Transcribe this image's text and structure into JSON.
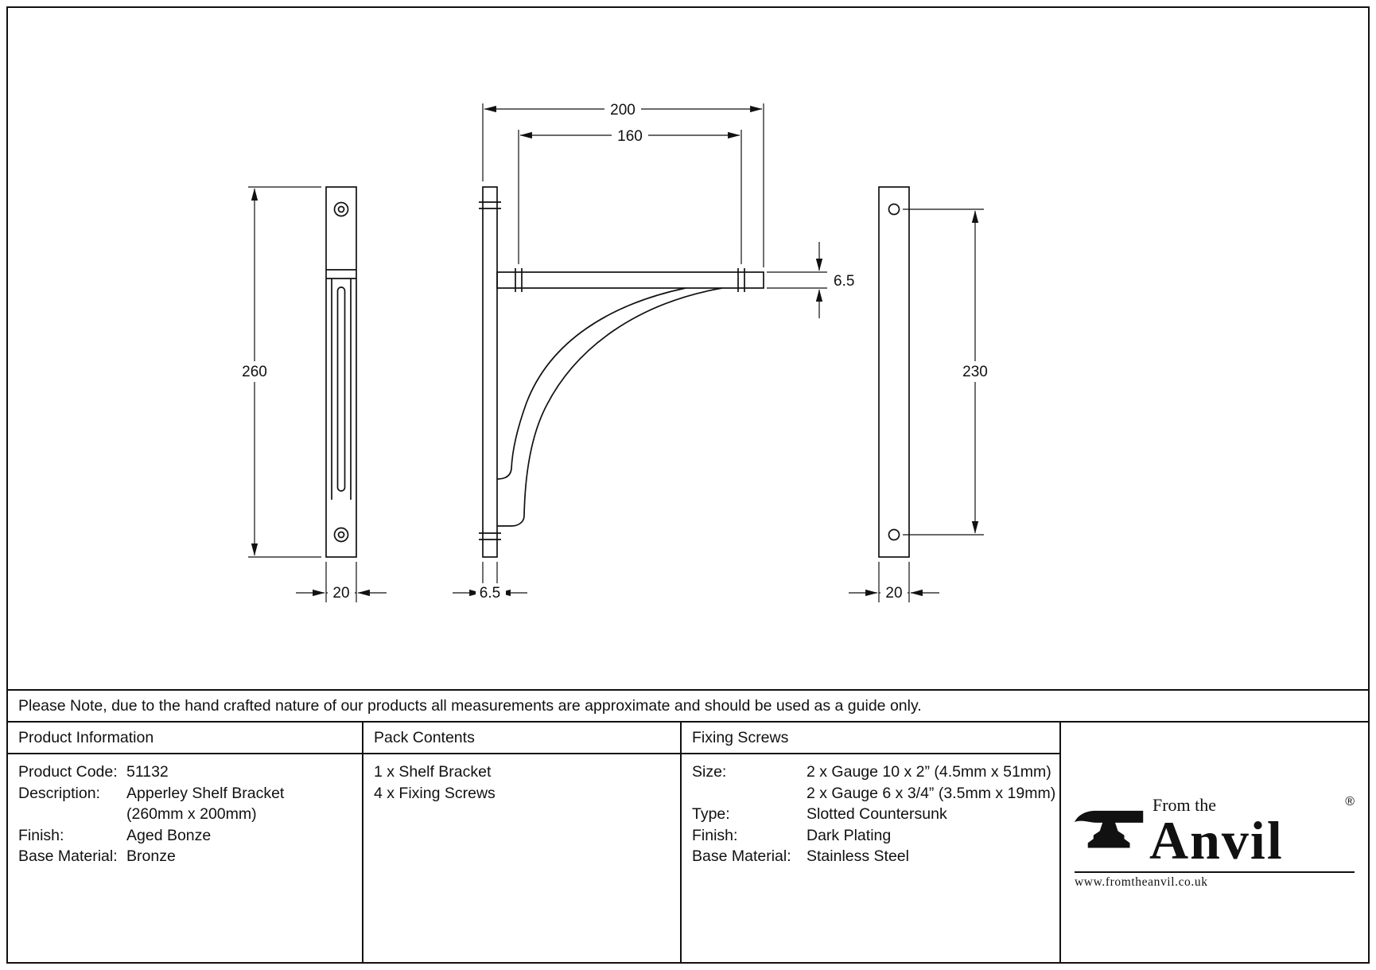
{
  "note": "Please Note, due to the hand crafted nature of our products all measurements are approximate and should be used as a guide only.",
  "drawing": {
    "dims": {
      "front_height": "260",
      "front_width": "20",
      "side_depth": "200",
      "side_hole_spacing": "160",
      "side_arm_thickness": "6.5",
      "side_plate_thickness": "6.5",
      "back_hole_spacing": "230",
      "back_width": "20"
    }
  },
  "table": {
    "product_info": {
      "header": "Product Information",
      "rows": [
        {
          "label": "Product Code:",
          "value": "51132"
        },
        {
          "label": "Description:",
          "value": "Apperley Shelf Bracket"
        },
        {
          "label": "",
          "value": "(260mm x 200mm)"
        },
        {
          "label": "Finish:",
          "value": "Aged Bonze"
        },
        {
          "label": "Base Material:",
          "value": "Bronze"
        }
      ]
    },
    "pack_contents": {
      "header": "Pack Contents",
      "items": [
        "1 x Shelf Bracket",
        "4 x Fixing Screws"
      ]
    },
    "fixing_screws": {
      "header": "Fixing Screws",
      "rows": [
        {
          "label": "Size:",
          "value": "2 x Gauge 10 x 2” (4.5mm x 51mm)"
        },
        {
          "label": "",
          "value": "2 x Gauge 6 x 3/4” (3.5mm x 19mm)"
        },
        {
          "label": "Type:",
          "value": "Slotted Countersunk"
        },
        {
          "label": "Finish:",
          "value": "Dark Plating"
        },
        {
          "label": "Base Material:",
          "value": "Stainless Steel"
        }
      ]
    }
  },
  "logo": {
    "tagline": "From the",
    "name": "Anvil",
    "registered": "®",
    "website": "www.fromtheanvil.co.uk"
  },
  "colors": {
    "line": "#111111",
    "background": "#ffffff"
  }
}
